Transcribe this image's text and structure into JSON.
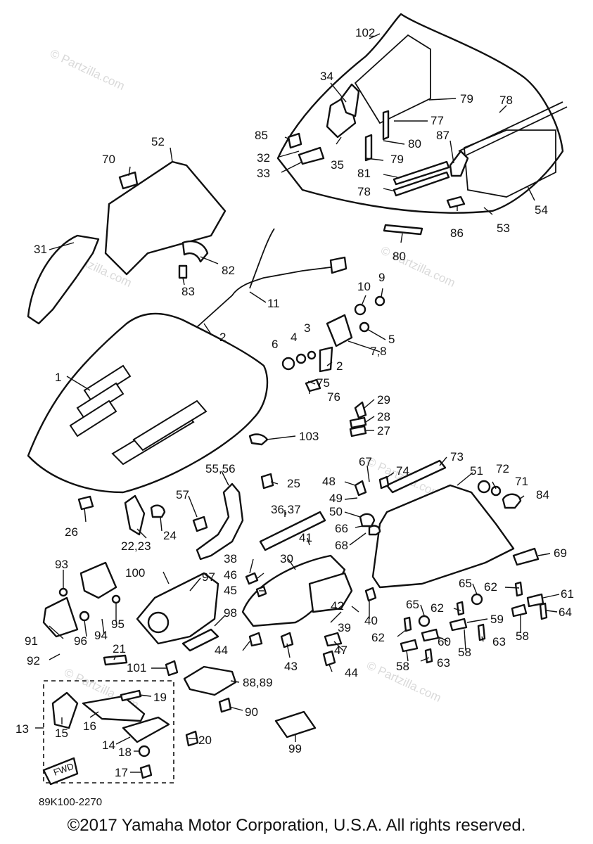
{
  "diagram": {
    "drawing_code": "89K100-2270",
    "copyright": "©2017 Yamaha Motor Corporation, U.S.A. All rights reserved.",
    "watermark": "© Partzilla.com",
    "fwd_arrow_label": "FWD",
    "part_labels": {
      "p102": "102",
      "p34": "34",
      "p79a": "79",
      "p78a": "78",
      "p85": "85",
      "p77": "77",
      "p32": "32",
      "p35": "35",
      "p80a": "80",
      "p87": "87",
      "p33": "33",
      "p79b": "79",
      "p81": "81",
      "p78b": "78",
      "p86": "86",
      "p53": "53",
      "p54": "54",
      "p80b": "80",
      "p70": "70",
      "p52": "52",
      "p31": "31",
      "p82": "82",
      "p83": "83",
      "p11": "11",
      "p10": "10",
      "p9": "9",
      "p3": "3",
      "p6": "6",
      "p4": "4",
      "p5": "5",
      "p78c": "7,8",
      "p2a": "2",
      "p2b": "2",
      "p75": "75",
      "p76": "76",
      "p1": "1",
      "p29": "29",
      "p28": "28",
      "p27": "27",
      "p103": "103",
      "p67": "67",
      "p74": "74",
      "p73": "73",
      "p72": "72",
      "p51": "51",
      "p71": "71",
      "p84": "84",
      "p55": "55,56",
      "p25": "25",
      "p48": "48",
      "p49": "49",
      "p50": "50",
      "p57": "57",
      "p36": "36,37",
      "p66": "66",
      "p68": "68",
      "p26": "26",
      "p24": "24",
      "p41": "41",
      "p22": "22,23",
      "p69": "69",
      "p38": "38",
      "p30": "30",
      "p93": "93",
      "p100": "100",
      "p97": "97",
      "p46": "46",
      "p65a": "65",
      "p62a": "62",
      "p61": "61",
      "p45": "45",
      "p42": "42",
      "p65b": "65",
      "p62b": "62",
      "p64": "64",
      "p95": "95",
      "p98": "98",
      "p40": "40",
      "p59": "59",
      "p39": "39",
      "p62c": "62",
      "p58a": "58",
      "p91": "91",
      "p96": "96",
      "p94": "94",
      "p60": "60",
      "p63a": "63",
      "p44a": "44",
      "p47": "47",
      "p58b": "58",
      "p92": "92",
      "p21": "21",
      "p43": "43",
      "p58c": "58",
      "p63b": "63",
      "p44b": "44",
      "p101": "101",
      "p88": "88,89",
      "p19": "19",
      "p90": "90",
      "p13": "13",
      "p15": "15",
      "p16": "16",
      "p14": "14",
      "p20": "20",
      "p99": "99",
      "p18": "18",
      "p17": "17"
    }
  }
}
